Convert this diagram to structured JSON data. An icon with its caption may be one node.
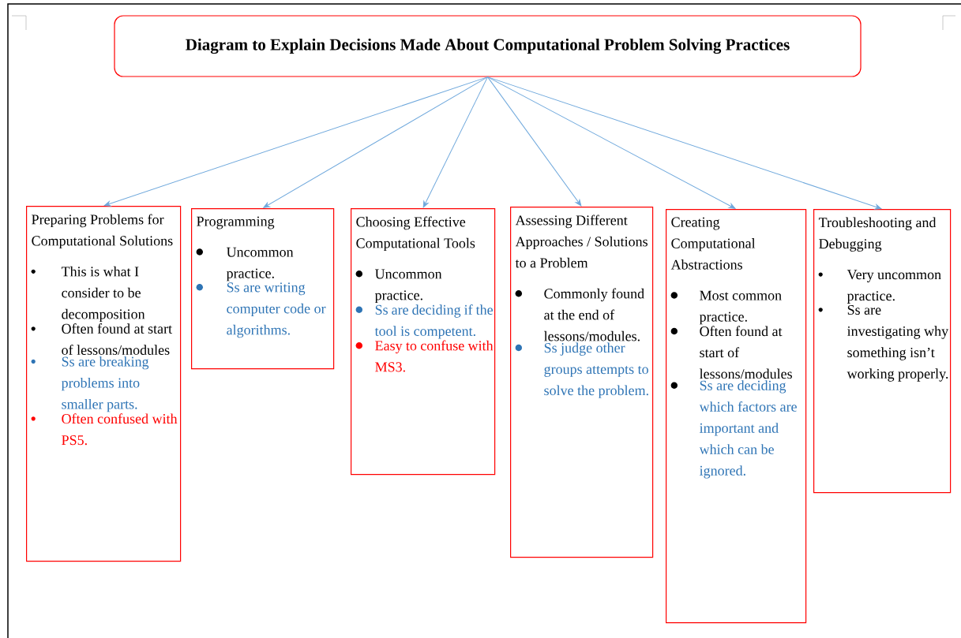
{
  "diagram": {
    "nodes": [
      {
        "text": [
          "Diagram to Explain Decisions Made About Computational Problem Solving Practices"
        ]
      },
      {
        "text": [
          "Preparing Problems for Computational Solutions",
          "This is what I consider to be decomposition",
          "Often found at start of lessons/modules",
          "Ss are breaking problems into smaller parts.",
          "Often confused with PS5."
        ]
      },
      {
        "text": [
          "Programming",
          "Uncommon practice.",
          "Ss are writing computer code or algorithms."
        ]
      },
      {
        "text": [
          "Choosing Effective Computational Tools",
          "Uncommon practice.",
          "Ss are deciding if the tool is competent.",
          "Easy to confuse with MS3."
        ]
      },
      {
        "text": [
          "Assessing Different Approaches / Solutions to a Problem",
          "Commonly found at the end of lessons/modules.",
          "Ss judge other groups attempts to solve the problem."
        ]
      },
      {
        "text": [
          "Creating Computational Abstractions",
          "Most common practice.",
          "Often found at start of lessons/modules",
          "Ss are deciding which factors are important and which can be ignored."
        ]
      },
      {
        "text": [
          "Troubleshooting and Debugging",
          "Very uncommon practice.",
          "Ss are investigating why something isn’t working properly."
        ]
      }
    ],
    "edges": [
      {
        "from": 0,
        "to": 1,
        "arrow": "to"
      },
      {
        "from": 0,
        "to": 2,
        "arrow": "to"
      },
      {
        "from": 0,
        "to": 3,
        "arrow": "to"
      },
      {
        "from": 0,
        "to": 4,
        "arrow": "to"
      },
      {
        "from": 0,
        "to": 5,
        "arrow": "to"
      },
      {
        "from": 0,
        "to": 6,
        "arrow": "to"
      }
    ]
  }
}
